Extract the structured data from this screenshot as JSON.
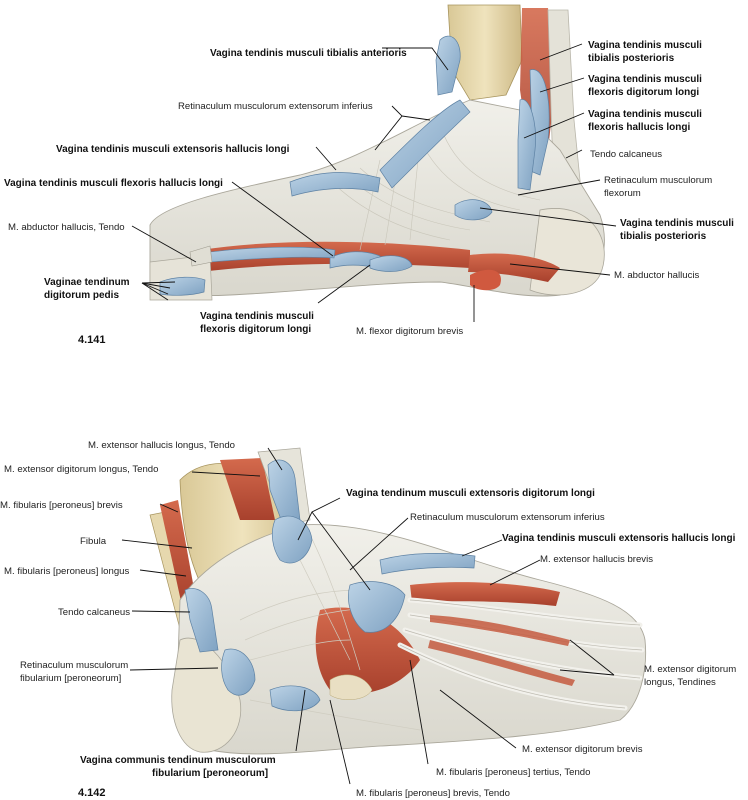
{
  "figures": [
    {
      "number": "4.141",
      "labels": [
        {
          "id": "tib-ant",
          "lines": [
            "Vagina tendinis musculi tibialis anterioris"
          ],
          "bold": true
        },
        {
          "id": "ret-ext-inf-1",
          "lines": [
            "Retinaculum musculorum extensorum inferius"
          ],
          "bold": false
        },
        {
          "id": "ext-hall-longi",
          "lines": [
            "Vagina tendinis musculi extensoris hallucis longi"
          ],
          "bold": true
        },
        {
          "id": "flex-hall-longi-1",
          "lines": [
            "Vagina tendinis musculi flexoris hallucis longi"
          ],
          "bold": true
        },
        {
          "id": "abd-hall-tendo",
          "lines": [
            "M. abductor hallucis, Tendo"
          ],
          "bold": false
        },
        {
          "id": "vag-dig-pedis",
          "lines": [
            "Vaginae tendinum",
            "digitorum pedis"
          ],
          "bold": true
        },
        {
          "id": "flex-dig-longi-1",
          "lines": [
            "Vagina tendinis musculi",
            "flexoris digitorum longi"
          ],
          "bold": true
        },
        {
          "id": "flex-dig-brevis",
          "lines": [
            "M. flexor digitorum brevis"
          ],
          "bold": false
        },
        {
          "id": "tib-post-1",
          "lines": [
            "Vagina tendinis musculi",
            "tibialis posterioris"
          ],
          "bold": true
        },
        {
          "id": "flex-dig-longi-2",
          "lines": [
            "Vagina tendinis musculi",
            "flexoris digitorum longi"
          ],
          "bold": true
        },
        {
          "id": "flex-hall-longi-2",
          "lines": [
            "Vagina tendinis musculi",
            "flexoris hallucis longi"
          ],
          "bold": true
        },
        {
          "id": "tendo-calc-1",
          "lines": [
            "Tendo calcaneus"
          ],
          "bold": false
        },
        {
          "id": "ret-flex",
          "lines": [
            "Retinaculum musculorum",
            "flexorum"
          ],
          "bold": false
        },
        {
          "id": "tib-post-2",
          "lines": [
            "Vagina tendinis musculi",
            "tibialis posterioris"
          ],
          "bold": true
        },
        {
          "id": "abd-hall",
          "lines": [
            "M. abductor hallucis"
          ],
          "bold": false
        }
      ]
    },
    {
      "number": "4.142",
      "labels": [
        {
          "id": "ext-hall-longus-tendo",
          "lines": [
            "M. extensor hallucis longus, Tendo"
          ],
          "bold": false
        },
        {
          "id": "ext-dig-longus-tendo",
          "lines": [
            "M. extensor digitorum longus, Tendo"
          ],
          "bold": false
        },
        {
          "id": "fib-brevis",
          "lines": [
            "M. fibularis [peroneus] brevis"
          ],
          "bold": false
        },
        {
          "id": "fibula",
          "lines": [
            "Fibula"
          ],
          "bold": false
        },
        {
          "id": "fib-longus",
          "lines": [
            "M. fibularis [peroneus] longus"
          ],
          "bold": false
        },
        {
          "id": "tendo-calc-2",
          "lines": [
            "Tendo calcaneus"
          ],
          "bold": false
        },
        {
          "id": "ret-fib",
          "lines": [
            "Retinaculum musculorum",
            "fibularium [peroneorum]"
          ],
          "bold": false
        },
        {
          "id": "vag-comm-fib",
          "lines": [
            "Vagina communis tendinum musculorum",
            "fibularium [peroneorum]"
          ],
          "bold": true
        },
        {
          "id": "fib-brevis-tendo",
          "lines": [
            "M. fibularis [peroneus] brevis, Tendo"
          ],
          "bold": false
        },
        {
          "id": "fib-tertius",
          "lines": [
            "M. fibularis [peroneus] tertius, Tendo"
          ],
          "bold": false
        },
        {
          "id": "ext-dig-brevis",
          "lines": [
            "M. extensor digitorum brevis"
          ],
          "bold": false
        },
        {
          "id": "ext-dig-longus-tendines",
          "lines": [
            "M. extensor digitorum",
            "longus, Tendines"
          ],
          "bold": false
        },
        {
          "id": "ext-hall-brevis",
          "lines": [
            "M. extensor hallucis brevis"
          ],
          "bold": false
        },
        {
          "id": "vag-ext-hall-longi",
          "lines": [
            "Vagina tendinis musculi extensoris hallucis longi"
          ],
          "bold": true
        },
        {
          "id": "ret-ext-inf-2",
          "lines": [
            "Retinaculum musculorum extensorum inferius"
          ],
          "bold": false
        },
        {
          "id": "vag-ext-dig-longi",
          "lines": [
            "Vagina tendinum musculi extensoris digitorum longi"
          ],
          "bold": true
        }
      ]
    }
  ],
  "colors": {
    "bone": "#e8dcb4",
    "ligament": "#e8e6df",
    "sheath": "#9fbdd6",
    "muscle": "#c4553d",
    "line": "#111111"
  }
}
